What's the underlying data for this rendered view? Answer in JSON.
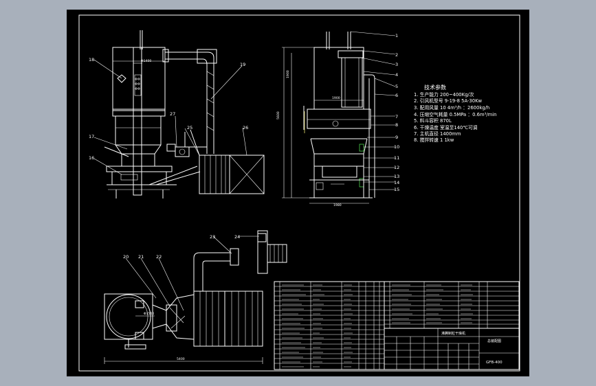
{
  "tech": {
    "title": "技术参数",
    "items": [
      "1. 生产能力 200~400Kg/次",
      "2. 引风机型号 9-19-8 5A-30Kw",
      "3. 配用风量 10 4m³/h ：2600kg/h",
      "4. 压缩空气耗量 0.5MPa ：0.6m³/min",
      "5. 料斗容积 870L",
      "6. 干燥温度 室温至140℃可调",
      "7. 主机直径 1400mm",
      "8. 搅拌转速 1 1kw"
    ]
  },
  "callouts": {
    "front": [
      "18",
      "19",
      "27",
      "17",
      "16",
      "25",
      "26"
    ],
    "side": [
      "1",
      "2",
      "3",
      "4",
      "5",
      "6",
      "7",
      "8",
      "9",
      "10",
      "11",
      "12",
      "13",
      "14",
      "15"
    ],
    "plan": [
      "23",
      "24",
      "20",
      "21",
      "22"
    ]
  },
  "dims": {
    "front_width": "Φ1400",
    "side_width": "1980",
    "side_inner": "1900",
    "side_height_total": "5600",
    "side_height_upper": "1900",
    "plan_length": "5400",
    "plan_diameter": "Φ1500"
  },
  "title_block": {
    "drawing_name": "GFB-400",
    "subtitle": "沸腾制粒干燥机",
    "sheet": "总装配图"
  }
}
